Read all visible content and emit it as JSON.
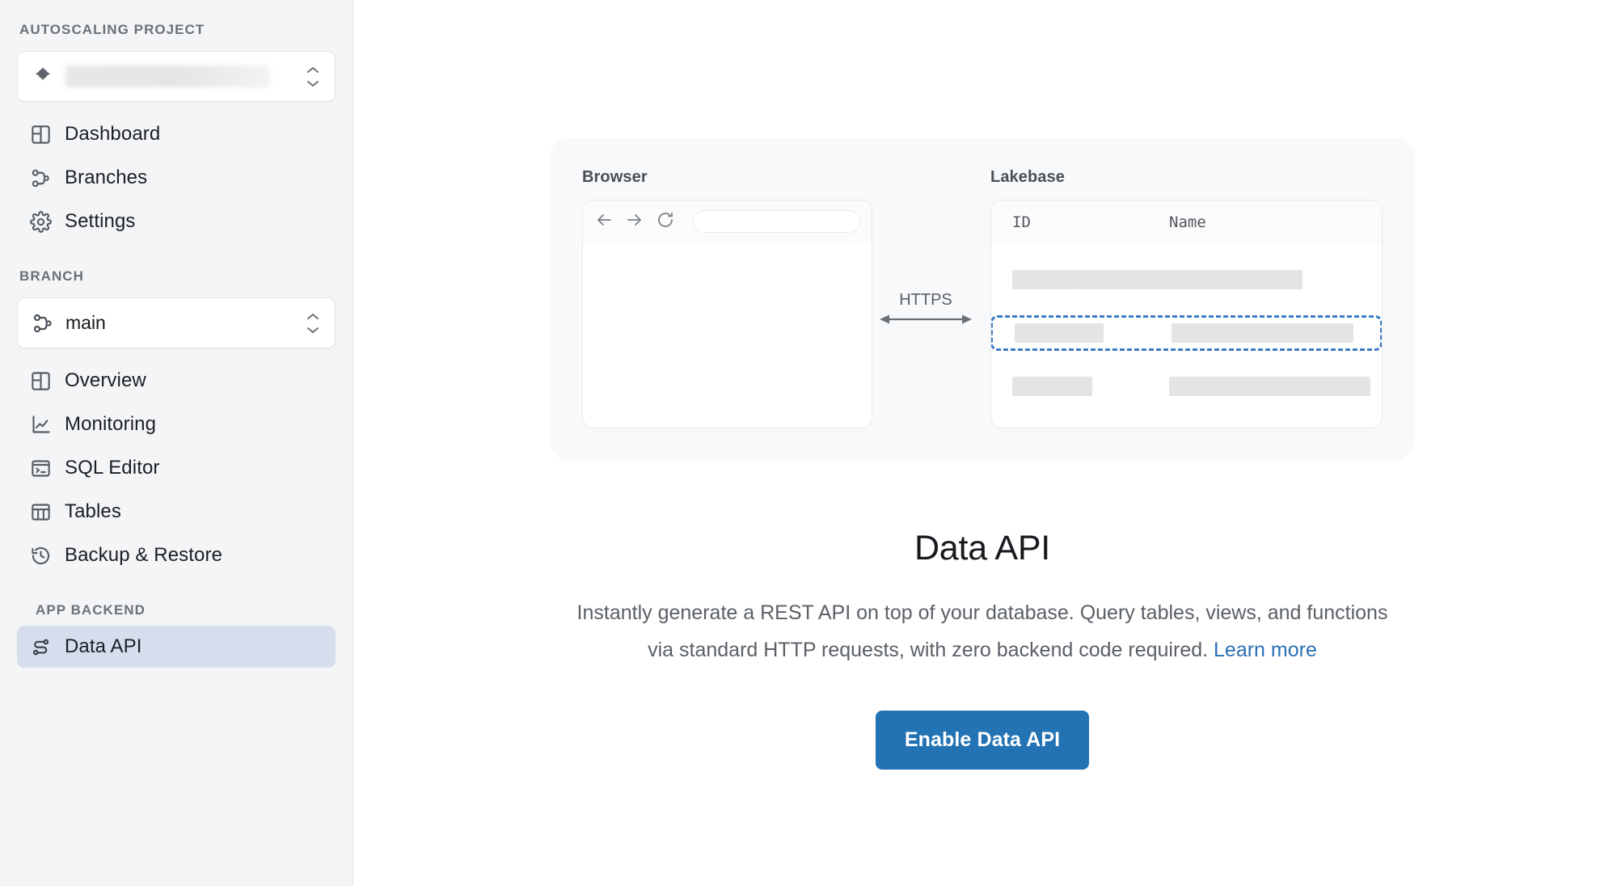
{
  "sidebar": {
    "project_section_label": "AUTOSCALING PROJECT",
    "project_selector": {
      "icon": "project-diamond-icon",
      "value": "",
      "redacted": true
    },
    "project_nav": [
      {
        "label": "Dashboard",
        "icon": "dashboard-grid-icon"
      },
      {
        "label": "Branches",
        "icon": "branches-icon"
      },
      {
        "label": "Settings",
        "icon": "gear-icon"
      }
    ],
    "branch_section_label": "BRANCH",
    "branch_selector": {
      "icon": "branches-icon",
      "value": "main"
    },
    "branch_nav": [
      {
        "label": "Overview",
        "icon": "dashboard-grid-icon"
      },
      {
        "label": "Monitoring",
        "icon": "line-chart-icon"
      },
      {
        "label": "SQL Editor",
        "icon": "terminal-window-icon"
      },
      {
        "label": "Tables",
        "icon": "table-columns-icon"
      },
      {
        "label": "Backup & Restore",
        "icon": "clock-restore-icon"
      }
    ],
    "app_backend_section_label": "APP BACKEND",
    "app_backend_nav": [
      {
        "label": "Data API",
        "icon": "data-api-route-icon",
        "active": true
      }
    ]
  },
  "main": {
    "illustration": {
      "browser_panel_title": "Browser",
      "lakebase_panel_title": "Lakebase",
      "connector_label": "HTTPS",
      "table_headers": [
        "ID",
        "Name"
      ],
      "table_rows": [
        {
          "highlighted": false
        },
        {
          "highlighted": true
        },
        {
          "highlighted": false
        }
      ]
    },
    "headline": "Data API",
    "description_part1": "Instantly generate a REST API on top of your database. Query tables, views, and functions via standard HTTP requests, with zero backend code required. ",
    "learn_more_label": "Learn more",
    "cta_label": "Enable Data API"
  },
  "colors": {
    "accent": "#2272b4",
    "link": "#2a6fb5",
    "dashed_highlight": "#3b7dc4",
    "active_nav_bg": "#d6dded",
    "sidebar_bg": "#f4f5f6",
    "card_bg": "#f8f9fa"
  }
}
